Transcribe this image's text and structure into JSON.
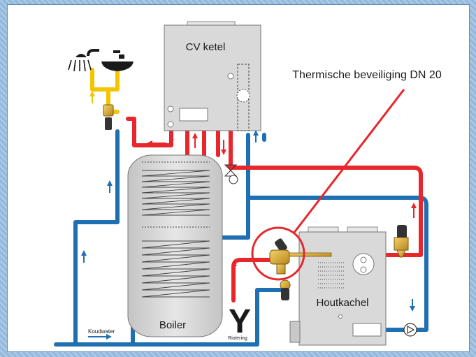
{
  "labels": {
    "cv_ketel": "CV ketel",
    "thermische": "Thermische beveiliging DN 20",
    "boiler": "Boiler",
    "houtkachel": "Houtkachel",
    "koudwater": "Koudwater",
    "riolering": "Riolering",
    "drain_symbol": "Y"
  },
  "colors": {
    "hot_pipe": "#e8262b",
    "cold_pipe": "#1f6fb3",
    "tap_water": "#f5c400",
    "tank": "#d7d7d7",
    "background_border": "#9dbfe0"
  },
  "icons": [
    "shower-icon",
    "sink-icon",
    "pump-icon",
    "valve-icon",
    "flow-arrow-icon"
  ]
}
